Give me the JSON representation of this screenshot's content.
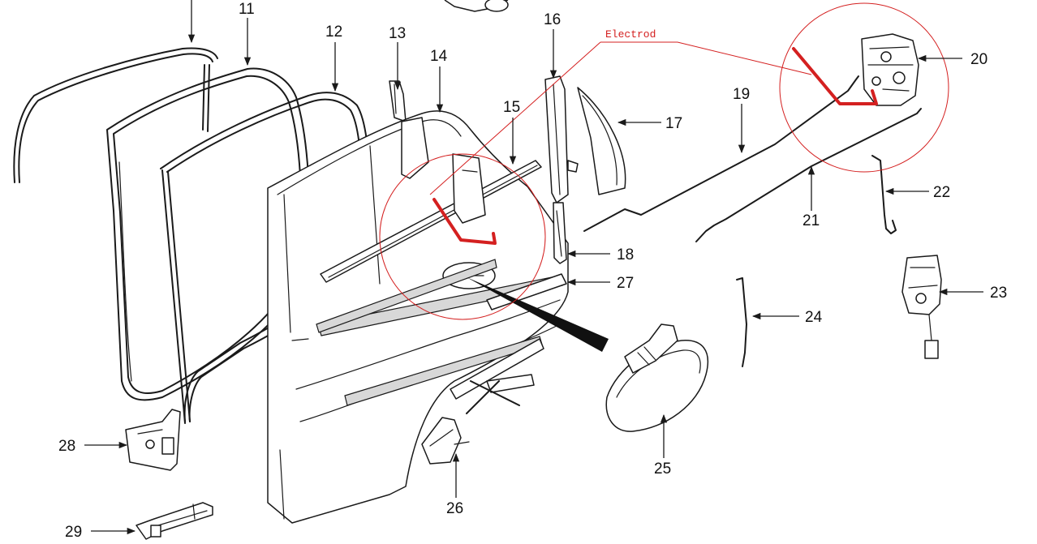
{
  "diagram": {
    "annotation": "Electrod",
    "colors": {
      "ink": "#1a1a1a",
      "annotation_red": "#d42020",
      "background": "#ffffff"
    },
    "callouts": [
      {
        "id": "11",
        "label": "11"
      },
      {
        "id": "12",
        "label": "12"
      },
      {
        "id": "13",
        "label": "13"
      },
      {
        "id": "14",
        "label": "14"
      },
      {
        "id": "15",
        "label": "15"
      },
      {
        "id": "16",
        "label": "16"
      },
      {
        "id": "17",
        "label": "17"
      },
      {
        "id": "18",
        "label": "18"
      },
      {
        "id": "19",
        "label": "19"
      },
      {
        "id": "20",
        "label": "20"
      },
      {
        "id": "21",
        "label": "21"
      },
      {
        "id": "22",
        "label": "22"
      },
      {
        "id": "23",
        "label": "23"
      },
      {
        "id": "24",
        "label": "24"
      },
      {
        "id": "25",
        "label": "25"
      },
      {
        "id": "26",
        "label": "26"
      },
      {
        "id": "27",
        "label": "27"
      },
      {
        "id": "28",
        "label": "28"
      },
      {
        "id": "29",
        "label": "29"
      }
    ]
  }
}
